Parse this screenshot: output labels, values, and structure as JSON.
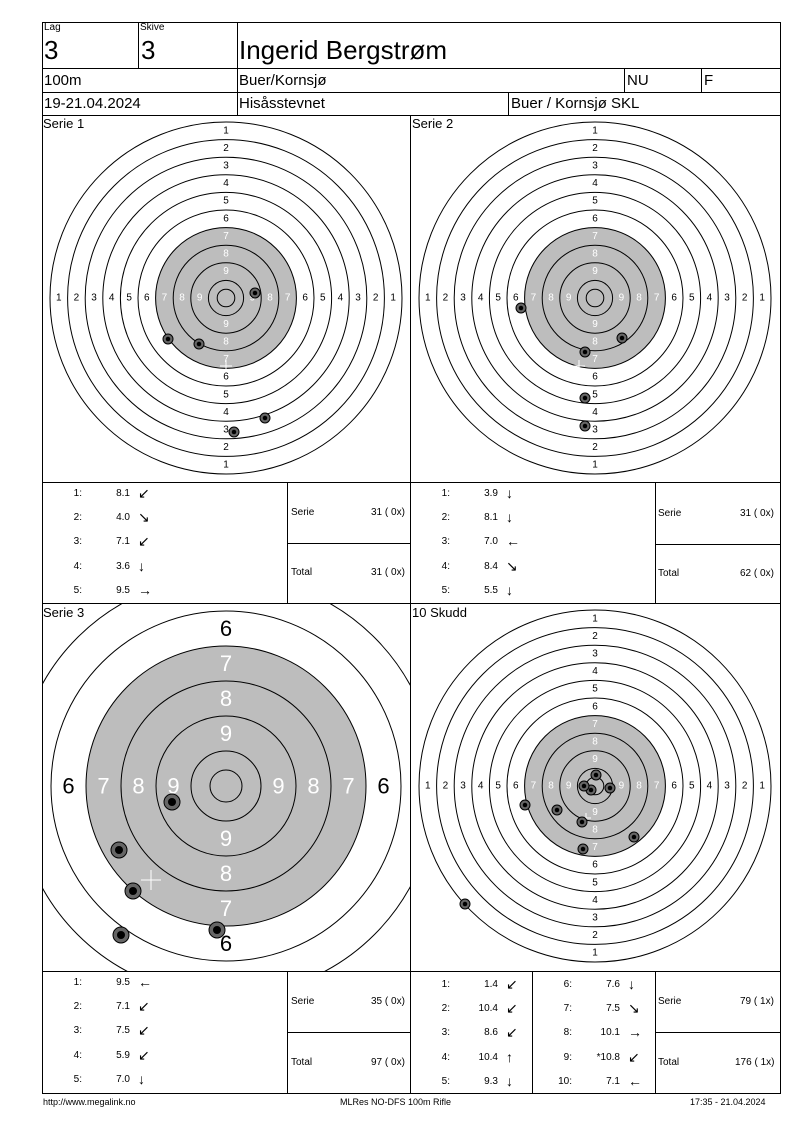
{
  "header": {
    "lag_label": "Lag",
    "lag_value": "3",
    "skive_label": "Skive",
    "skive_value": "3",
    "name": "Ingerid Bergstrøm",
    "distance": "100m",
    "club": "Buer/Kornsjø",
    "class": "NU",
    "category": "F",
    "dates": "19-21.04.2024",
    "event": "Hisåsstevnet",
    "organizer": "Buer / Kornsjø SKL"
  },
  "panels": [
    {
      "title": "Serie 1",
      "shots": [
        {
          "n": "1:",
          "score": "8.1",
          "arrow": "↙"
        },
        {
          "n": "2:",
          "score": "4.0",
          "arrow": "↘"
        },
        {
          "n": "3:",
          "score": "7.1",
          "arrow": "↙"
        },
        {
          "n": "4:",
          "score": "3.6",
          "arrow": "↓"
        },
        {
          "n": "5:",
          "score": "9.5",
          "arrow": "→"
        }
      ],
      "serie_label": "Serie",
      "serie_value": "31 ( 0x)",
      "total_label": "Total",
      "total_value": "31 ( 0x)"
    },
    {
      "title": "Serie 2",
      "shots": [
        {
          "n": "1:",
          "score": "3.9",
          "arrow": "↓"
        },
        {
          "n": "2:",
          "score": "8.1",
          "arrow": "↓"
        },
        {
          "n": "3:",
          "score": "7.0",
          "arrow": "←"
        },
        {
          "n": "4:",
          "score": "8.4",
          "arrow": "↘"
        },
        {
          "n": "5:",
          "score": "5.5",
          "arrow": "↓"
        }
      ],
      "serie_label": "Serie",
      "serie_value": "31 ( 0x)",
      "total_label": "Total",
      "total_value": "62 ( 0x)"
    },
    {
      "title": "Serie 3",
      "shots": [
        {
          "n": "1:",
          "score": "9.5",
          "arrow": "←"
        },
        {
          "n": "2:",
          "score": "7.1",
          "arrow": "↙"
        },
        {
          "n": "3:",
          "score": "7.5",
          "arrow": "↙"
        },
        {
          "n": "4:",
          "score": "5.9",
          "arrow": "↙"
        },
        {
          "n": "5:",
          "score": "7.0",
          "arrow": "↓"
        }
      ],
      "serie_label": "Serie",
      "serie_value": "35 ( 0x)",
      "total_label": "Total",
      "total_value": "97 ( 0x)"
    },
    {
      "title": "10 Skudd",
      "shots": [
        {
          "n": "1:",
          "score": "1.4",
          "arrow": "↙"
        },
        {
          "n": "2:",
          "score": "10.4",
          "arrow": "↙"
        },
        {
          "n": "3:",
          "score": "8.6",
          "arrow": "↙"
        },
        {
          "n": "4:",
          "score": "10.4",
          "arrow": "↑"
        },
        {
          "n": "5:",
          "score": "9.3",
          "arrow": "↓"
        }
      ],
      "shots2": [
        {
          "n": "6:",
          "score": "7.6",
          "arrow": "↓"
        },
        {
          "n": "7:",
          "score": "7.5",
          "arrow": "↘"
        },
        {
          "n": "8:",
          "score": "10.1",
          "arrow": "→"
        },
        {
          "n": "9:",
          "score": "*10.8",
          "arrow": "↙"
        },
        {
          "n": "10:",
          "score": "7.1",
          "arrow": "←"
        }
      ],
      "serie_label": "Serie",
      "serie_value": "79 ( 1x)",
      "total_label": "Total",
      "total_value": "176 ( 1x)"
    }
  ],
  "footer": {
    "url": "http://www.megalink.no",
    "system": "MLRes NO-DFS 100m Rifle",
    "timestamp": "17:35 - 21.04.2024"
  },
  "ring_numbers": [
    "1",
    "2",
    "3",
    "4",
    "5",
    "6",
    "7",
    "8",
    "9"
  ],
  "zoom_ring_numbers": [
    "6",
    "7",
    "8",
    "9"
  ],
  "colors": {
    "black_zone": "#bdbdbd",
    "ring": "#000000",
    "shot_fill": "#666666"
  }
}
